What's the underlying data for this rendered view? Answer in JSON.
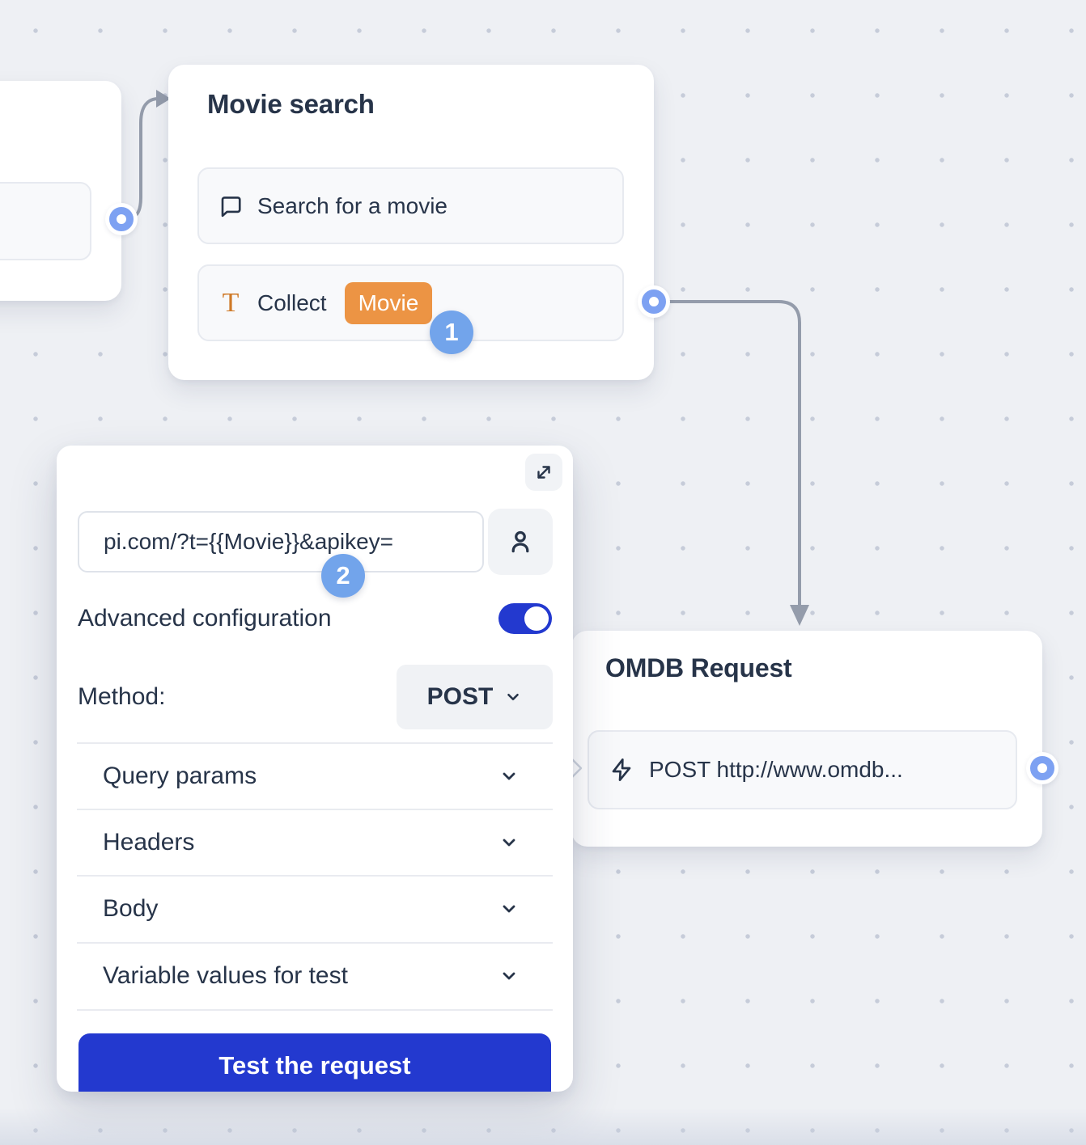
{
  "colors": {
    "background": "#eef0f4",
    "grid_dot": "#c6ccd9",
    "card_background": "#ffffff",
    "row_background": "#f8f9fb",
    "text_navy": "#273449",
    "accent_blue": "#2339cf",
    "chat_icon_blue": "#2544e4",
    "variable_chip_orange": "#ec9444",
    "t_icon_orange": "#cf7a28",
    "annotation_badge_blue": "#72a4eb",
    "port_ring_blue": "#7da1f2",
    "connector_gray": "#949cab"
  },
  "nodes": {
    "movie_search": {
      "title": "Movie search",
      "rows": [
        {
          "icon": "chat-bubble-icon",
          "label": "Search for a movie"
        },
        {
          "icon": "text-collect-icon",
          "icon_glyph": "T",
          "label": "Collect",
          "variable_chip": "Movie"
        }
      ],
      "annotation_badge": "1"
    },
    "omdb_request": {
      "title": "OMDB Request",
      "rows": [
        {
          "icon": "lightning-icon",
          "label": "POST http://www.omdb..."
        }
      ]
    }
  },
  "editor_panel": {
    "annotation_badge": "2",
    "url_input": {
      "value": "pi.com/?t={{Movie}}&apikey="
    },
    "advanced_configuration": {
      "label": "Advanced configuration",
      "enabled": true
    },
    "method": {
      "label": "Method:",
      "value": "POST"
    },
    "sections": [
      {
        "label": "Query params"
      },
      {
        "label": "Headers"
      },
      {
        "label": "Body"
      },
      {
        "label": "Variable values for test"
      }
    ],
    "test_button_label": "Test the request"
  }
}
